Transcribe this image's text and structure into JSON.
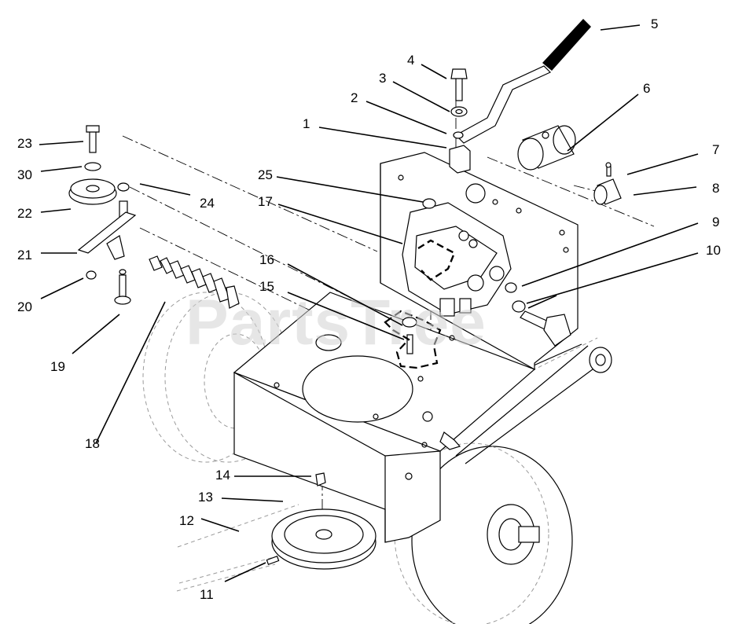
{
  "watermark": {
    "text": "PartsTree"
  },
  "callouts": [
    {
      "id": "c1",
      "label": "1"
    },
    {
      "id": "c2",
      "label": "2"
    },
    {
      "id": "c3",
      "label": "3"
    },
    {
      "id": "c4",
      "label": "4"
    },
    {
      "id": "c5",
      "label": "5"
    },
    {
      "id": "c6",
      "label": "6"
    },
    {
      "id": "c7",
      "label": "7"
    },
    {
      "id": "c8",
      "label": "8"
    },
    {
      "id": "c9",
      "label": "9"
    },
    {
      "id": "c10",
      "label": "10"
    },
    {
      "id": "c11",
      "label": "11"
    },
    {
      "id": "c12",
      "label": "12"
    },
    {
      "id": "c13",
      "label": "13"
    },
    {
      "id": "c14",
      "label": "14"
    },
    {
      "id": "c15",
      "label": "15"
    },
    {
      "id": "c16",
      "label": "16"
    },
    {
      "id": "c17",
      "label": "17"
    },
    {
      "id": "c18",
      "label": "18"
    },
    {
      "id": "c19",
      "label": "19"
    },
    {
      "id": "c20",
      "label": "20"
    },
    {
      "id": "c21",
      "label": "21"
    },
    {
      "id": "c22",
      "label": "22"
    },
    {
      "id": "c23",
      "label": "23"
    },
    {
      "id": "c24",
      "label": "24"
    },
    {
      "id": "c25",
      "label": "25"
    },
    {
      "id": "c30",
      "label": "30"
    }
  ]
}
